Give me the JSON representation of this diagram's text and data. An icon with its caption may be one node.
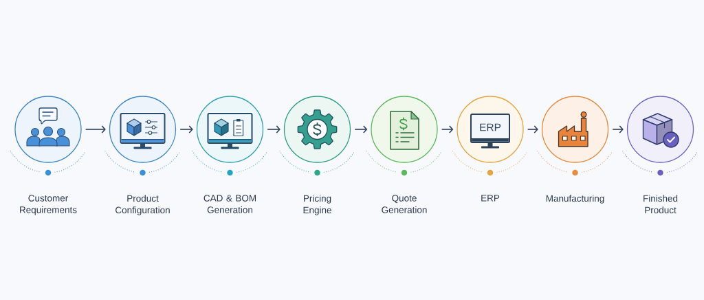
{
  "diagram": {
    "nodes": [
      {
        "text": [
          "Customer Requirements"
        ]
      },
      {
        "text": [
          "Product Configuration"
        ]
      },
      {
        "text": [
          "CAD & BOM Generation"
        ]
      },
      {
        "text": [
          "Pricing Engine"
        ]
      },
      {
        "text": [
          "Quote Generation"
        ]
      },
      {
        "text": [
          "ERP",
          "ERP"
        ]
      },
      {
        "text": [
          "Manufacturing"
        ]
      },
      {
        "text": [
          "Finished Product"
        ]
      }
    ],
    "edges": [
      {
        "from": 0,
        "to": 1,
        "arrow": "to"
      },
      {
        "from": 1,
        "to": 2,
        "arrow": "to"
      },
      {
        "from": 2,
        "to": 3,
        "arrow": "to"
      },
      {
        "from": 3,
        "to": 4,
        "arrow": "to"
      },
      {
        "from": 4,
        "to": 5,
        "arrow": "to"
      },
      {
        "from": 5,
        "to": 6,
        "arrow": "to"
      },
      {
        "from": 6,
        "to": 7,
        "arrow": "to"
      }
    ]
  }
}
